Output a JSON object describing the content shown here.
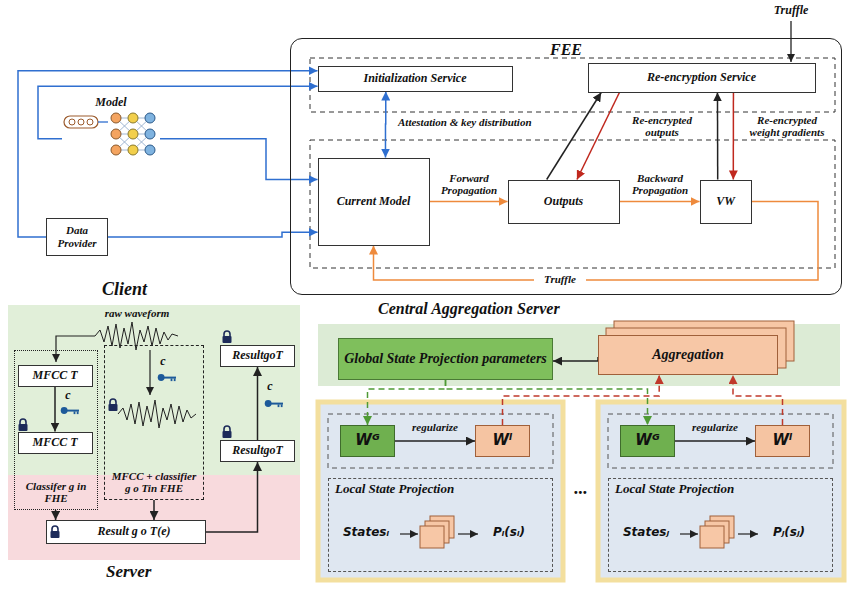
{
  "diagram": {
    "nodes": [
      {
        "text": [
          "FEE"
        ]
      },
      {
        "text": [
          "Initialization Service"
        ],
        "in": 0
      },
      {
        "text": [
          "Re-encryption Service"
        ],
        "in": 0
      },
      {
        "text": [
          "Current Model"
        ],
        "in": 0
      },
      {
        "text": [
          "Outputs"
        ],
        "in": 0
      },
      {
        "text": [
          "VW"
        ],
        "in": 0
      },
      {
        "text": [
          "Model"
        ]
      },
      {
        "text": [
          "Data Provider"
        ]
      },
      {
        "text": [
          "Client"
        ]
      },
      {
        "text": [
          "Server"
        ]
      },
      {
        "text": [
          "Classifer g in FHE"
        ]
      },
      {
        "text": [
          "MFCC T"
        ],
        "in": 10
      },
      {
        "text": [
          "MFCC T"
        ],
        "in": 10
      },
      {
        "text": [
          "MFCC + classifier g o Tin FHE"
        ]
      },
      {
        "text": [
          "Result g o T(e)"
        ],
        "in": 9
      },
      {
        "text": [
          "ResultgoT"
        ],
        "in": 8
      },
      {
        "text": [
          "ResultgoT"
        ],
        "in": 8
      },
      {
        "text": [
          "Central Aggregation Server"
        ]
      },
      {
        "text": [
          "Global State Projection parameters"
        ],
        "in": 17
      },
      {
        "text": [
          "Aggregation"
        ],
        "in": 17
      },
      {
        "text": [
          "Wᴳ"
        ]
      },
      {
        "text": [
          "Wˡ"
        ]
      },
      {
        "text": [
          "Local State Projection"
        ]
      },
      {
        "text": [
          "Wᴳ"
        ]
      },
      {
        "text": [
          "Wˡ"
        ]
      },
      {
        "text": [
          "Local State Projection"
        ]
      }
    ],
    "edges": [
      {
        "from": 7,
        "to": 1,
        "arrow": "to"
      },
      {
        "from": 6,
        "to": 1,
        "arrow": "to"
      },
      {
        "from": 6,
        "to": 3,
        "arrow": "to"
      },
      {
        "from": 7,
        "to": 3,
        "arrow": "to"
      },
      {
        "from": 1,
        "to": 3,
        "label": "Attestation & key distribution",
        "arrow": "both"
      },
      {
        "from": 3,
        "to": 4,
        "label": "Forward Propagation",
        "arrow": "to"
      },
      {
        "from": 4,
        "to": 5,
        "label": "Backward Propagation",
        "arrow": "to"
      },
      {
        "from": 5,
        "to": 3,
        "label": "Truffle",
        "arrow": "to"
      },
      {
        "from": 4,
        "to": 2,
        "arrow": "to"
      },
      {
        "from": 2,
        "to": 4,
        "label": "Re-encrypted outputs",
        "arrow": "to"
      },
      {
        "from": 5,
        "to": 2,
        "arrow": "to"
      },
      {
        "from": 2,
        "to": 5,
        "label": "Re-encrypted weight gradients",
        "arrow": "to"
      },
      {
        "from": 11,
        "to": 12,
        "arrow": "to"
      },
      {
        "from": 10,
        "to": 14,
        "arrow": "to"
      },
      {
        "from": 13,
        "to": 14,
        "arrow": "to"
      },
      {
        "from": 14,
        "to": 15,
        "arrow": "to"
      },
      {
        "from": 15,
        "to": 16,
        "arrow": "to"
      },
      {
        "from": 19,
        "to": 18,
        "arrow": "to"
      },
      {
        "from": 18,
        "to": 20,
        "arrow": "to"
      },
      {
        "from": 18,
        "to": 23,
        "arrow": "to"
      },
      {
        "from": 21,
        "to": 19,
        "arrow": "to"
      },
      {
        "from": 24,
        "to": 19,
        "arrow": "to"
      },
      {
        "from": 20,
        "to": 21,
        "label": "regularize",
        "arrow": "to"
      },
      {
        "from": 23,
        "to": 24,
        "label": "regularize",
        "arrow": "to"
      }
    ],
    "labels": [
      "Truffle",
      "raw waveform",
      "c",
      "c",
      "c",
      "Statesᵢ",
      "Pᵢ(sᵢ)",
      "...",
      "Statesⱼ",
      "Pⱼ(sⱼ)"
    ]
  }
}
